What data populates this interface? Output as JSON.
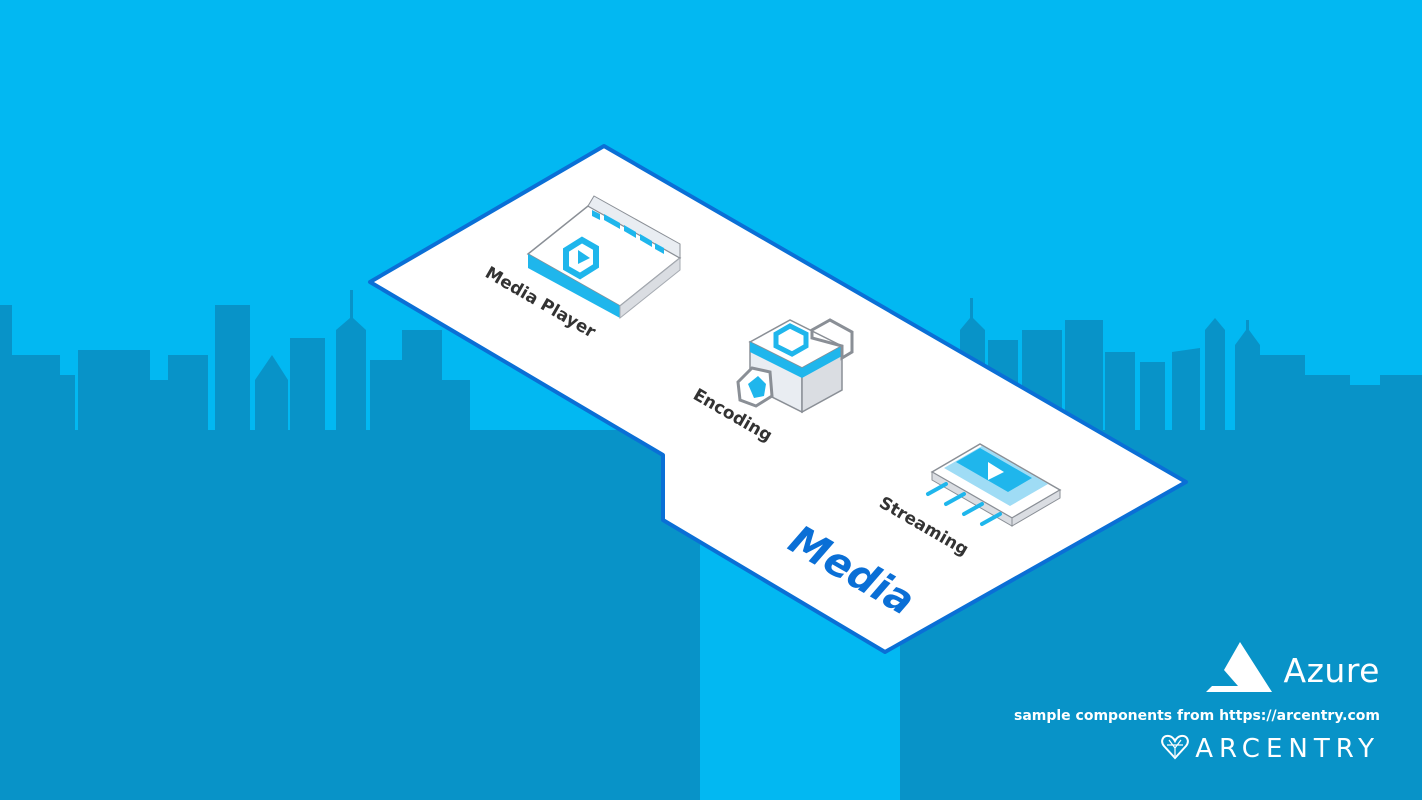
{
  "colors": {
    "sky": "#02b8f2",
    "skyline": "#0893c8",
    "accent": "#0a6fd6",
    "tile": "#ffffff",
    "component_blue": "#1fb6ec",
    "component_gray": "#dadde2"
  },
  "group": {
    "label": "Media"
  },
  "components": [
    {
      "id": "media-player",
      "label": "Media Player",
      "icon": "media-player-icon"
    },
    {
      "id": "encoding",
      "label": "Encoding",
      "icon": "encoding-icon"
    },
    {
      "id": "streaming",
      "label": "Streaming",
      "icon": "streaming-icon"
    }
  ],
  "branding": {
    "product": "Azure",
    "product_icon": "azure-logo-icon",
    "credit": "sample components from https://arcentry.com",
    "company": "ARCENTRY",
    "company_icon": "arcentry-heart-icon"
  }
}
